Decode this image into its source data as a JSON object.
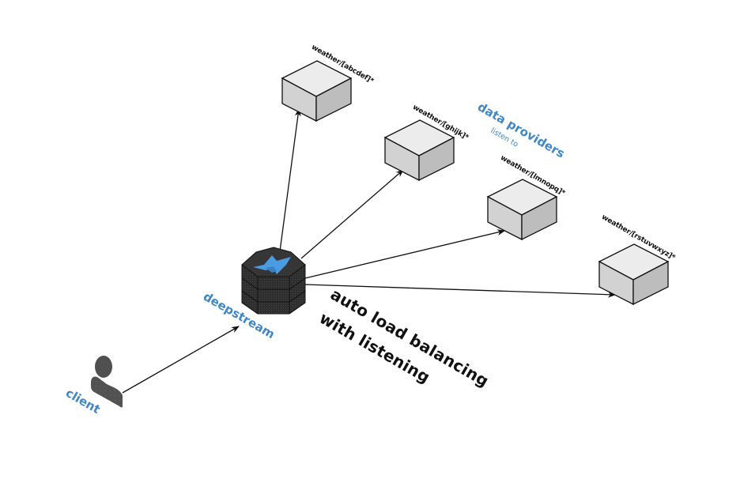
{
  "diagram": {
    "title": "auto load balancing with listening",
    "title_lines": [
      "auto load balancing",
      "with listening"
    ],
    "colors": {
      "accent_blue": "#3f87c6",
      "box_top": "#ececec",
      "box_left": "#d2d2d2",
      "box_right": "#bdbdbd",
      "server_dark": "#2d2d2d",
      "logo_blue": "#4a9be0",
      "client_gray": "#505050",
      "edge": "#111111"
    },
    "nodes": {
      "client": {
        "label": "client",
        "icon": "user-icon"
      },
      "server": {
        "label": "deepstream",
        "icon": "database-server-icon"
      },
      "providers_group": {
        "label": "data providers",
        "sublabel": "listen to"
      },
      "providers": [
        {
          "id": "p1",
          "topic": "weather/[abcdef]*",
          "icon": "cube-icon"
        },
        {
          "id": "p2",
          "topic": "weather/[ghijk]*",
          "icon": "cube-icon"
        },
        {
          "id": "p3",
          "topic": "weather/[lmnopq]*",
          "icon": "cube-icon"
        },
        {
          "id": "p4",
          "topic": "weather/[rstuvwxyz]*",
          "icon": "cube-icon"
        }
      ]
    },
    "edges": [
      {
        "from": "client",
        "to": "server"
      },
      {
        "from": "server",
        "to": "p1"
      },
      {
        "from": "server",
        "to": "p2"
      },
      {
        "from": "server",
        "to": "p3"
      },
      {
        "from": "server",
        "to": "p4"
      }
    ]
  }
}
